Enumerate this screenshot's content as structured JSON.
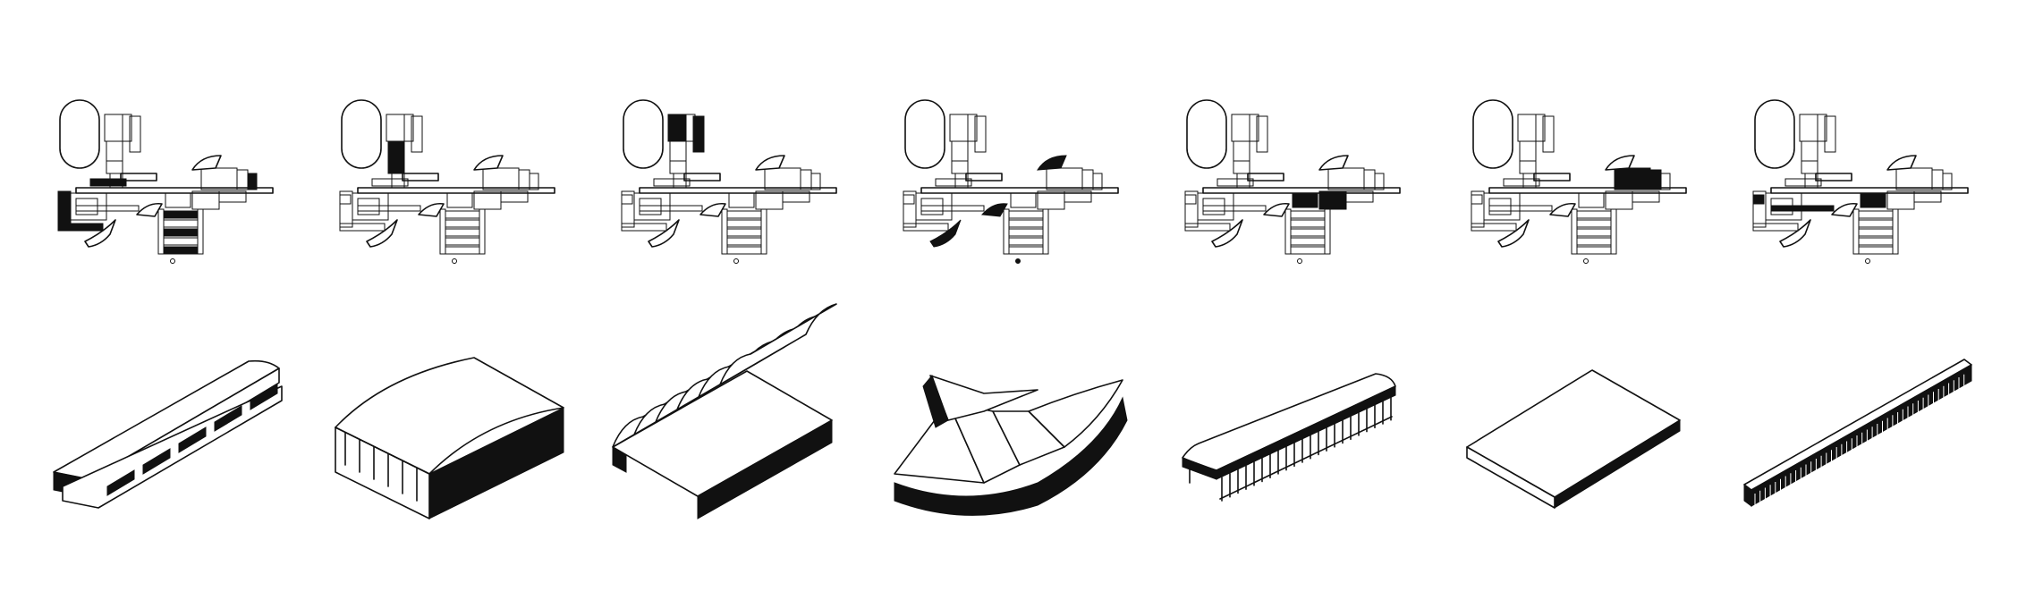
{
  "diagram": {
    "panel_count": 7,
    "colors": {
      "ink": "#111111",
      "background": "#ffffff"
    },
    "columns": [
      {
        "highlight": "west",
        "building": "long-barrel-vault-hall"
      },
      {
        "highlight": "central-tower",
        "building": "wide-barrel-vault-hall"
      },
      {
        "highlight": "north-block",
        "building": "sawtooth-roof-hall"
      },
      {
        "highlight": "fan-wings",
        "building": "curved-fan-pavilion"
      },
      {
        "highlight": "east-spine",
        "building": "colonnaded-vault-hall"
      },
      {
        "highlight": "north-east-wing",
        "building": "flat-roof-box"
      },
      {
        "highlight": "south-spine",
        "building": "narrow-colonnade"
      }
    ]
  }
}
